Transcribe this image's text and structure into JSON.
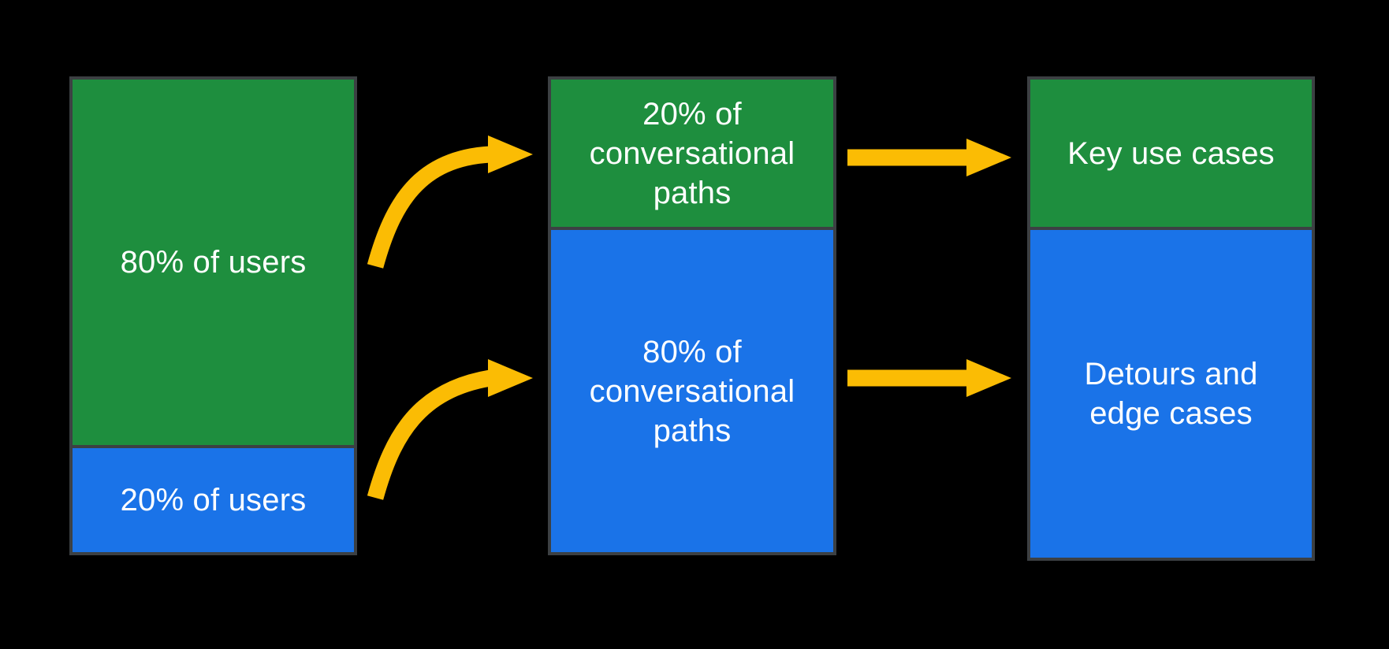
{
  "colors": {
    "background": "#000000",
    "green": "#1e8e3e",
    "blue": "#1a73e8",
    "arrow": "#fbbc04",
    "border": "#3c4043",
    "text": "#ffffff"
  },
  "columns": [
    {
      "name": "users",
      "segments": [
        {
          "label": "80% of users",
          "value_pct": 80,
          "color": "green"
        },
        {
          "label": "20% of users",
          "value_pct": 20,
          "color": "blue"
        }
      ]
    },
    {
      "name": "conversational-paths",
      "segments": [
        {
          "label": "20% of conversational paths",
          "value_pct": 20,
          "color": "green"
        },
        {
          "label": "80% of conversational paths",
          "value_pct": 80,
          "color": "blue"
        }
      ]
    },
    {
      "name": "outcomes",
      "segments": [
        {
          "label": "Key use cases",
          "color": "green"
        },
        {
          "label": "Detours and edge cases",
          "color": "blue"
        }
      ]
    }
  ],
  "arrows": [
    {
      "name": "arrow-80-users-to-20-paths",
      "type": "curved",
      "from": "80% of users",
      "to": "20% of conversational paths"
    },
    {
      "name": "arrow-20-users-to-80-paths",
      "type": "curved",
      "from": "20% of users",
      "to": "80% of conversational paths"
    },
    {
      "name": "arrow-20-paths-to-key-use-cases",
      "type": "straight",
      "from": "20% of conversational paths",
      "to": "Key use cases"
    },
    {
      "name": "arrow-80-paths-to-detours",
      "type": "straight",
      "from": "80% of conversational paths",
      "to": "Detours and edge cases"
    }
  ]
}
